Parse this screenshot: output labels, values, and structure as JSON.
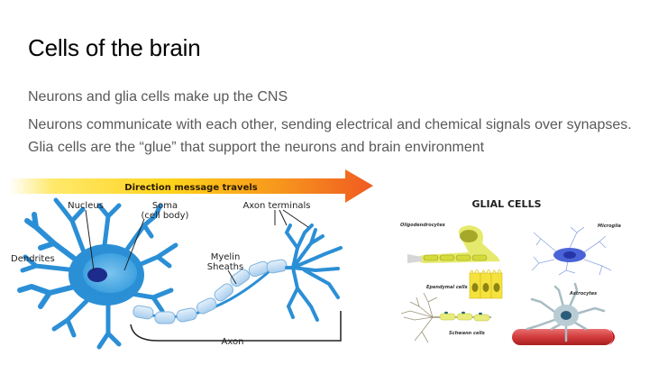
{
  "slide": {
    "title": "Cells of the brain",
    "paragraphs": [
      "Neurons and glia cells make up the CNS",
      "Neurons communicate with each other, sending electrical and chemical signals over synapses. Glia cells are the “glue” that support the neurons and brain environment"
    ]
  },
  "neuron_diagram": {
    "arrow_label": "Direction message travels",
    "labels": {
      "nucleus": "Nucleus",
      "soma_line1": "Soma",
      "soma_line2": "(cell body)",
      "axon_terminals": "Axon terminals",
      "dendrites": "Dendrites",
      "myelin_line1": "Myelin",
      "myelin_line2": "Sheaths",
      "axon": "Axon"
    },
    "colors": {
      "neuron": "#2b8fd6",
      "soma": "#5fb3e8",
      "nucleus": "#1d2b8a",
      "myelin": "#bcdaf2",
      "arrow_start": "#ffe033",
      "arrow_end": "#f05a22"
    }
  },
  "glial_diagram": {
    "title": "GLIAL CELLS",
    "labels": {
      "oligodendrocytes": "Oligodendrocytes",
      "microglia": "Microglia",
      "ependymal": "Ependymal cells",
      "astrocytes": "Astrocytes",
      "schwann": "Schwann cells"
    }
  }
}
